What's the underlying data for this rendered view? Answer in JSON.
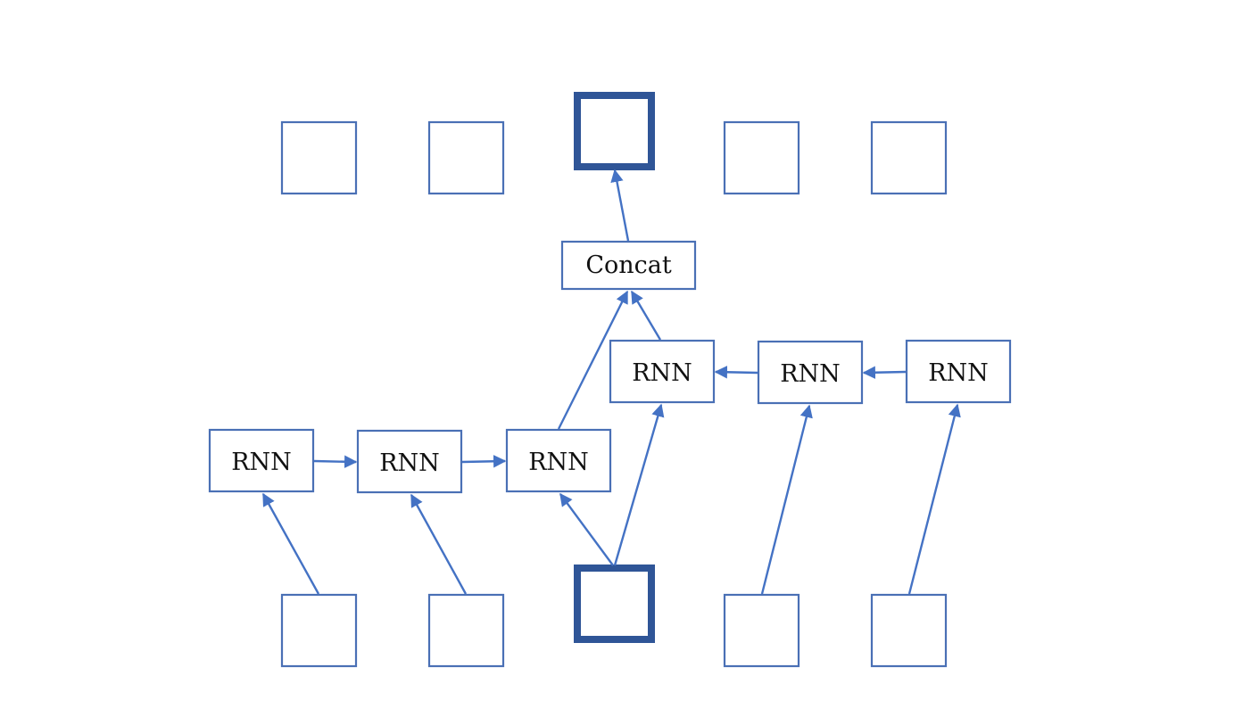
{
  "nodes": {
    "concat": {
      "label": "Concat"
    },
    "rnn_forward": [
      {
        "label": "RNN"
      },
      {
        "label": "RNN"
      },
      {
        "label": "RNN"
      }
    ],
    "rnn_backward": [
      {
        "label": "RNN"
      },
      {
        "label": "RNN"
      },
      {
        "label": "RNN"
      }
    ]
  },
  "colors": {
    "box_stroke": "#4a70b5",
    "focus_stroke": "#2f5597",
    "edge": "#4472c4"
  }
}
